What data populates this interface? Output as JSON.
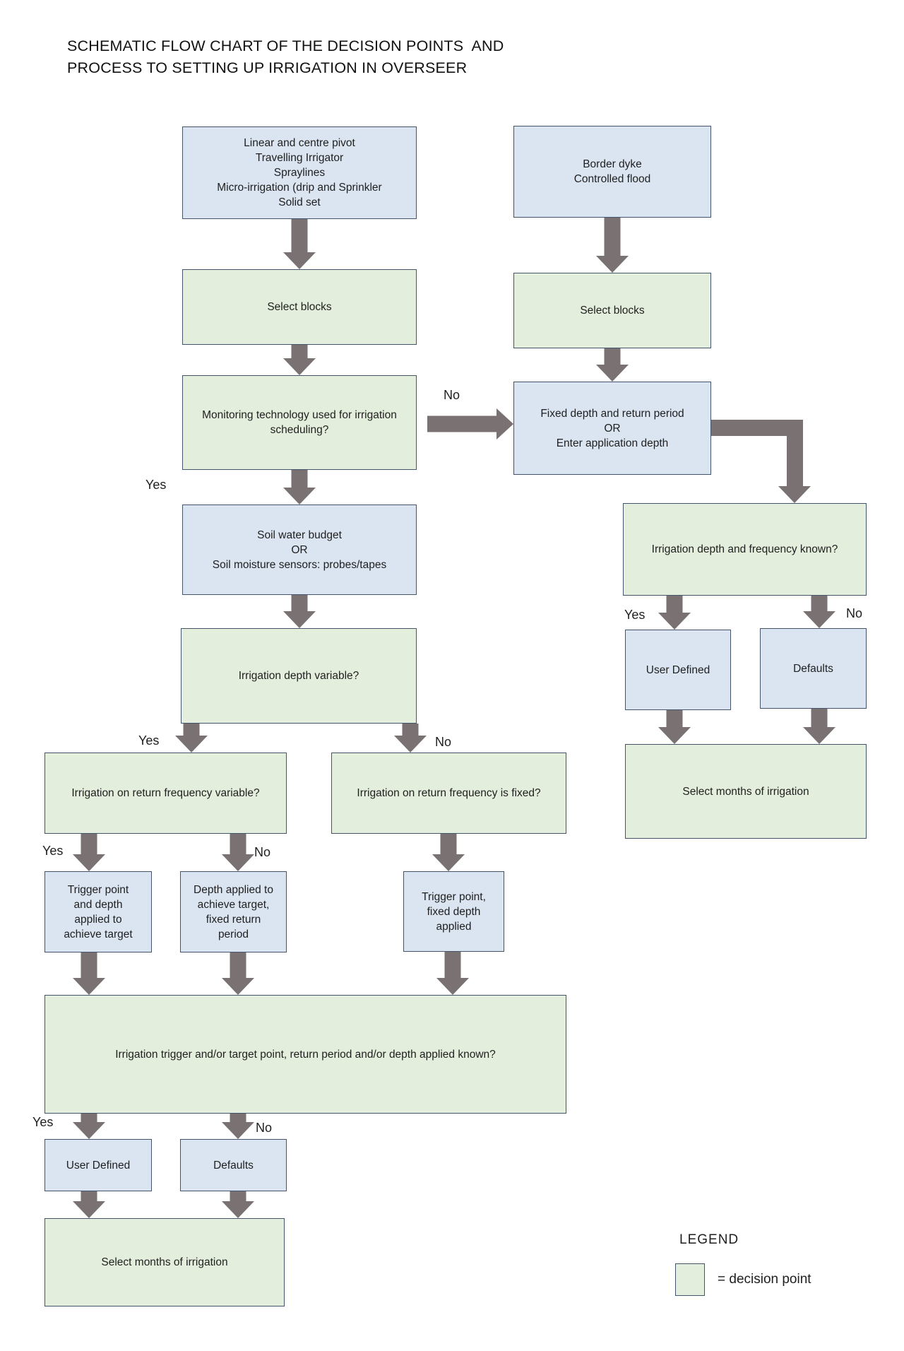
{
  "title": {
    "line1": "SCHEMATIC FLOW CHART OF THE DECISION POINTS  AND",
    "line2": "PROCESS TO SETTING UP IRRIGATION IN OVERSEER"
  },
  "nodes": {
    "irrigation_methods": {
      "label": "Linear and centre pivot\nTravelling Irrigator\nSpraylines\nMicro-irrigation (drip and Sprinkler\nSolid set",
      "type": "process"
    },
    "border_dyke": {
      "label": "Border dyke\nControlled flood",
      "type": "process"
    },
    "select_blocks_left": {
      "label": "Select blocks",
      "type": "decision"
    },
    "select_blocks_right": {
      "label": "Select blocks",
      "type": "decision"
    },
    "monitoring_technology": {
      "label": "Monitoring technology used for irrigation\nscheduling?",
      "type": "decision"
    },
    "fixed_depth_return": {
      "label": "Fixed depth and return period\nOR\nEnter application depth",
      "type": "process"
    },
    "soil_water_budget": {
      "label": "Soil water budget\nOR\nSoil moisture sensors: probes/tapes",
      "type": "process"
    },
    "irrigation_depth_variable": {
      "label": "Irrigation depth variable?",
      "type": "decision"
    },
    "depth_frequency_known": {
      "label": "Irrigation depth and frequency known?",
      "type": "decision"
    },
    "user_defined_right": {
      "label": "User Defined",
      "type": "process"
    },
    "defaults_right": {
      "label": "Defaults",
      "type": "process"
    },
    "select_months_right": {
      "label": "Select months of irrigation",
      "type": "decision"
    },
    "return_frequency_variable": {
      "label": "Irrigation on return frequency variable?",
      "type": "decision"
    },
    "return_frequency_fixed": {
      "label": "Irrigation on return frequency is fixed?",
      "type": "decision"
    },
    "trigger_point_depth_target": {
      "label": "Trigger point\nand depth\napplied to\nachieve target",
      "type": "process"
    },
    "depth_applied_fixed_return": {
      "label": "Depth applied to\nachieve target,\nfixed return\nperiod",
      "type": "process"
    },
    "trigger_point_fixed_depth": {
      "label": "Trigger point,\nfixed depth\napplied",
      "type": "process"
    },
    "trigger_target_known": {
      "label": "Irrigation trigger and/or target point, return period and/or depth applied known?",
      "type": "decision"
    },
    "user_defined_left": {
      "label": "User Defined",
      "type": "process"
    },
    "defaults_left": {
      "label": "Defaults",
      "type": "process"
    },
    "select_months_left": {
      "label": "Select months of irrigation",
      "type": "decision"
    }
  },
  "branch_labels": {
    "monitoring_yes": "Yes",
    "monitoring_no": "No",
    "depth_freq_yes": "Yes",
    "depth_freq_no": "No",
    "depth_var_yes": "Yes",
    "depth_var_no": "No",
    "freq_var_yes": "Yes",
    "freq_var_no": "No",
    "trigger_known_yes": "Yes",
    "trigger_known_no": "No"
  },
  "legend": {
    "title": "LEGEND",
    "decision_point": "= decision point"
  },
  "colors": {
    "decision_fill": "#e4eedc",
    "process_fill": "#dbe5f1",
    "box_border": "#44546a",
    "arrow": "#797172"
  }
}
